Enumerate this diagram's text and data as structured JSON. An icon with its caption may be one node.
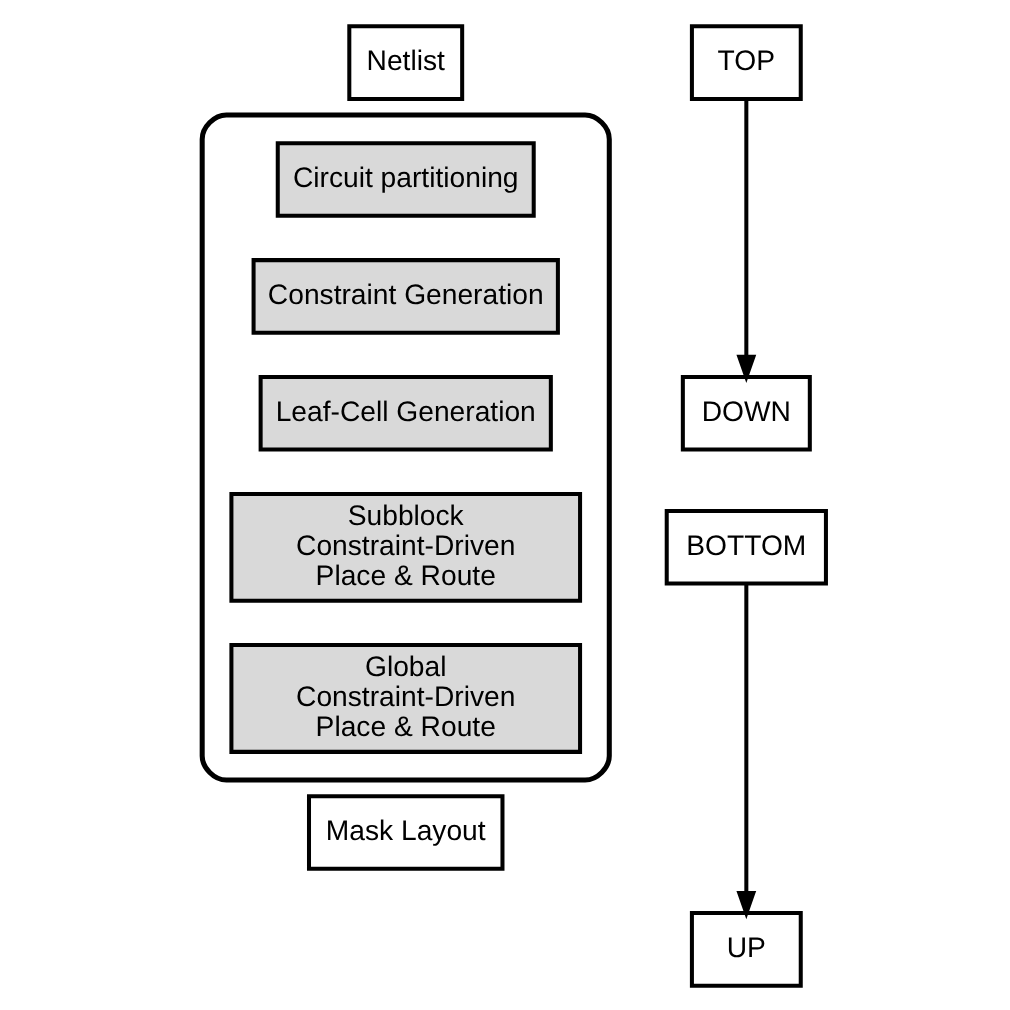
{
  "diagram": {
    "nodes": [
      {
        "text": [
          "Netlist"
        ]
      },
      {
        "text": [],
        "shape": "box"
      },
      {
        "text": [
          "Circuit partitioning"
        ],
        "in": 1
      },
      {
        "text": [
          "Constraint Generation"
        ],
        "in": 1
      },
      {
        "text": [
          "Leaf-Cell Generation"
        ],
        "in": 1
      },
      {
        "text": [
          "Subblock Constraint-Driven Place & Route"
        ],
        "in": 1
      },
      {
        "text": [
          "Global Constraint-Driven Place & Route"
        ],
        "in": 1
      },
      {
        "text": [
          "Mask Layout"
        ]
      },
      {
        "text": [
          "TOP"
        ]
      },
      {
        "text": [
          "DOWN"
        ]
      },
      {
        "text": [
          "BOTTOM"
        ]
      },
      {
        "text": [
          "UP"
        ]
      }
    ],
    "edges": [
      {
        "from": 8,
        "to": 9,
        "arrow": "to"
      },
      {
        "from": 10,
        "to": 11,
        "arrow": "to"
      }
    ]
  }
}
